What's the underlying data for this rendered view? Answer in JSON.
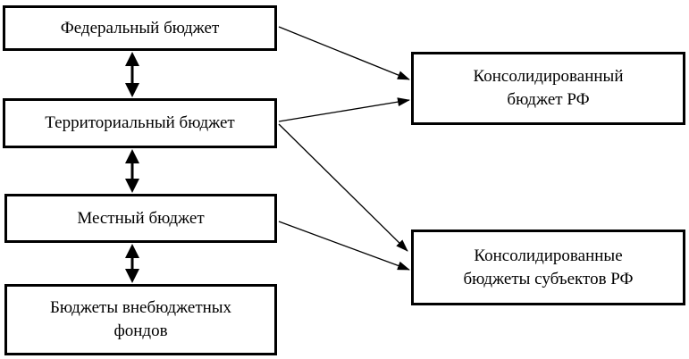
{
  "diagram": {
    "left_column": [
      {
        "id": "federal",
        "label": "Федеральный бюджет"
      },
      {
        "id": "territorial",
        "label": "Территориальный бюджет"
      },
      {
        "id": "local",
        "label": "Местный бюджет"
      },
      {
        "id": "extrabudget",
        "label": "Бюджеты внебюджетных\nфондов"
      }
    ],
    "right_column": [
      {
        "id": "consolidated_rf",
        "label": "Консолидированный\nбюджет РФ"
      },
      {
        "id": "consolidated_subjects",
        "label": "Консолидированные\nбюджеты субъектов РФ"
      }
    ],
    "edges": [
      {
        "from": "federal",
        "to": "territorial",
        "type": "bidirectional"
      },
      {
        "from": "territorial",
        "to": "local",
        "type": "bidirectional"
      },
      {
        "from": "local",
        "to": "extrabudget",
        "type": "bidirectional"
      },
      {
        "from": "federal",
        "to": "consolidated_rf",
        "type": "arrow"
      },
      {
        "from": "territorial",
        "to": "consolidated_rf",
        "type": "arrow"
      },
      {
        "from": "territorial",
        "to": "consolidated_subjects",
        "type": "arrow"
      },
      {
        "from": "local",
        "to": "consolidated_subjects",
        "type": "arrow"
      }
    ]
  }
}
